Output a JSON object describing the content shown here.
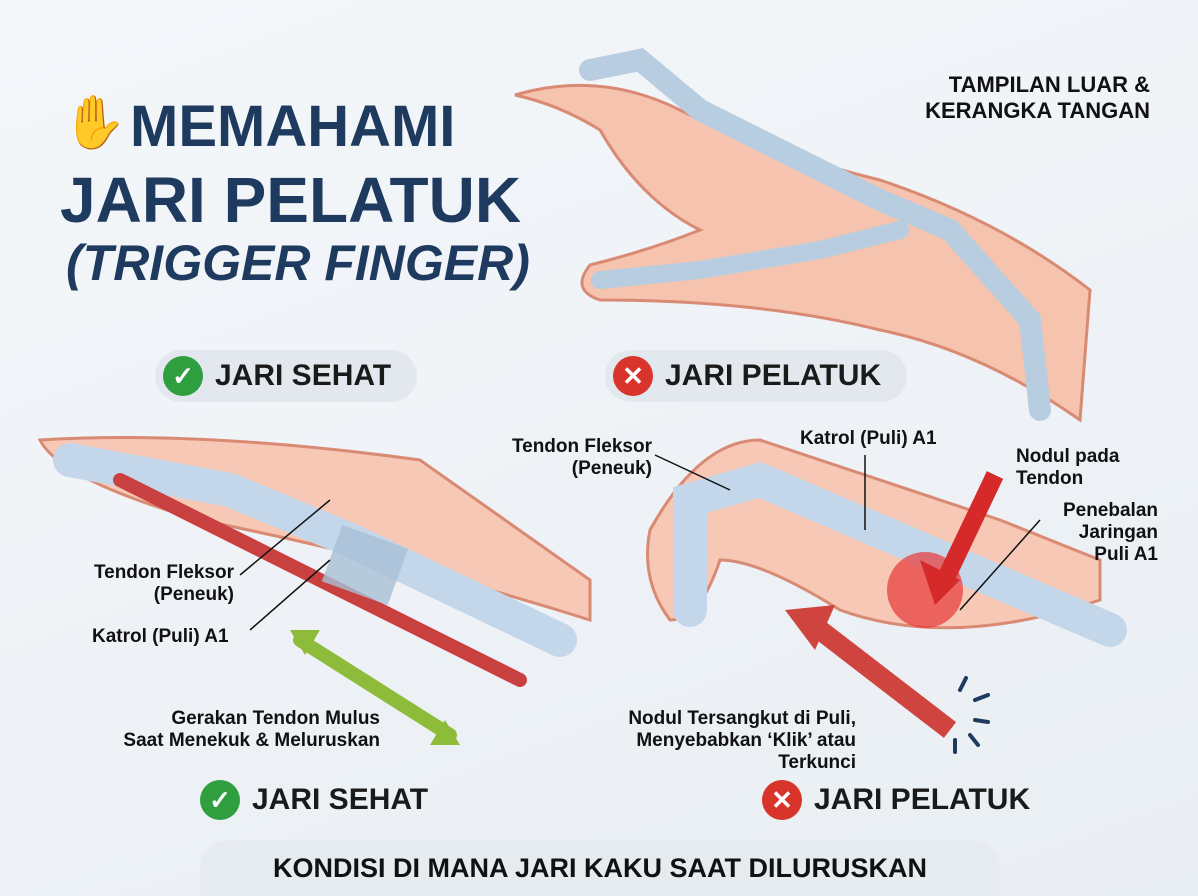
{
  "title": {
    "line1": "MEMAHAMI",
    "line2": "JARI PELATUK",
    "line3": "(TRIGGER FINGER)"
  },
  "top_right": {
    "line1": "TAMPILAN LUAR &",
    "line2": "KERANGKA TANGAN"
  },
  "pills": {
    "healthy": "JARI SEHAT",
    "trigger": "JARI PELATUK"
  },
  "healthy_labels": {
    "tendon1": "Tendon Fleksor",
    "tendon2": "(Peneuk)",
    "pulley": "Katrol (Puli) A1",
    "move1": "Gerakan Tendon Mulus",
    "move2": "Saat Menekuk & Meluruskan"
  },
  "trigger_labels": {
    "tendon1": "Tendon Fleksor",
    "tendon2": "(Peneuk)",
    "pulley": "Katrol (Puli) A1",
    "nodule1": "Nodul pada",
    "nodule2": "Tendon",
    "thick1": "Penebalan",
    "thick2": "Jaringan",
    "thick3": "Puli A1",
    "stuck1": "Nodul Tersangkut di Puli,",
    "stuck2": "Menyebabkan ‘Klik’ atau",
    "stuck3": "Terkunci"
  },
  "bottom_labels": {
    "healthy": "JARI SEHAT",
    "trigger": "JARI PELATUK"
  },
  "banner": "KONDISI DI MANA JARI KAKU SAAT DILURUSKAN",
  "icons": {
    "check": "✓",
    "cross": "✕",
    "hand": "✋"
  }
}
